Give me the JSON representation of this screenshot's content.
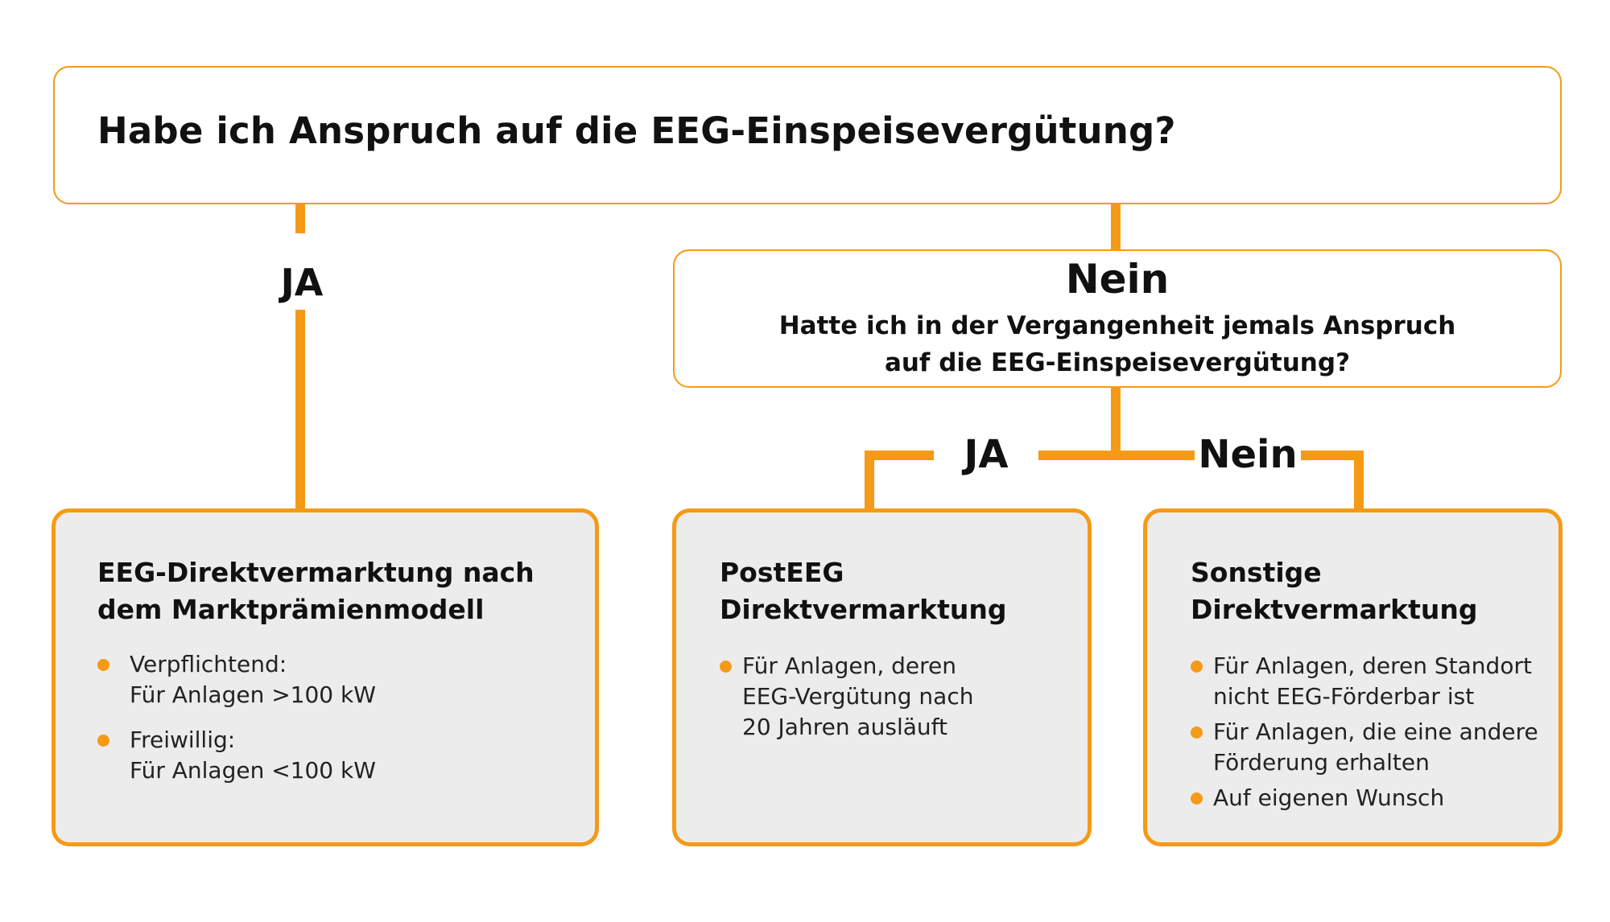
{
  "colors": {
    "accent": "#f59a17",
    "result_box_background": "#ececec",
    "text": "#111111"
  },
  "question_main": "Habe ich Anspruch auf die EEG-Einspeisevergütung?",
  "branch_yes": "JA",
  "question_second": {
    "heading": "Nein",
    "lines": [
      "Hatte ich in der Vergangenheit jemals Anspruch",
      "auf die EEG-Einspeisevergütung?"
    ]
  },
  "branch_second_yes": "JA",
  "branch_second_no": "Nein",
  "results": [
    {
      "title_lines": [
        "EEG-Direktvermarktung nach",
        "dem Marktprämienmodell"
      ],
      "bullets": [
        [
          "Verpflichtend:",
          "Für Anlagen >100 kW"
        ],
        [
          "Freiwillig:",
          "Für Anlagen <100 kW"
        ]
      ]
    },
    {
      "title_lines": [
        "PostEEG",
        "Direktvermarktung"
      ],
      "bullets": [
        [
          "Für Anlagen, deren",
          "EEG-Vergütung nach",
          "20 Jahren ausläuft"
        ]
      ]
    },
    {
      "title_lines": [
        "Sonstige",
        "Direktvermarktung"
      ],
      "bullets": [
        [
          "Für Anlagen, deren Standort",
          "nicht EEG-Förderbar ist"
        ],
        [
          "Für Anlagen, die eine andere",
          "Förderung erhalten"
        ],
        [
          "Auf eigenen Wunsch"
        ]
      ]
    }
  ]
}
